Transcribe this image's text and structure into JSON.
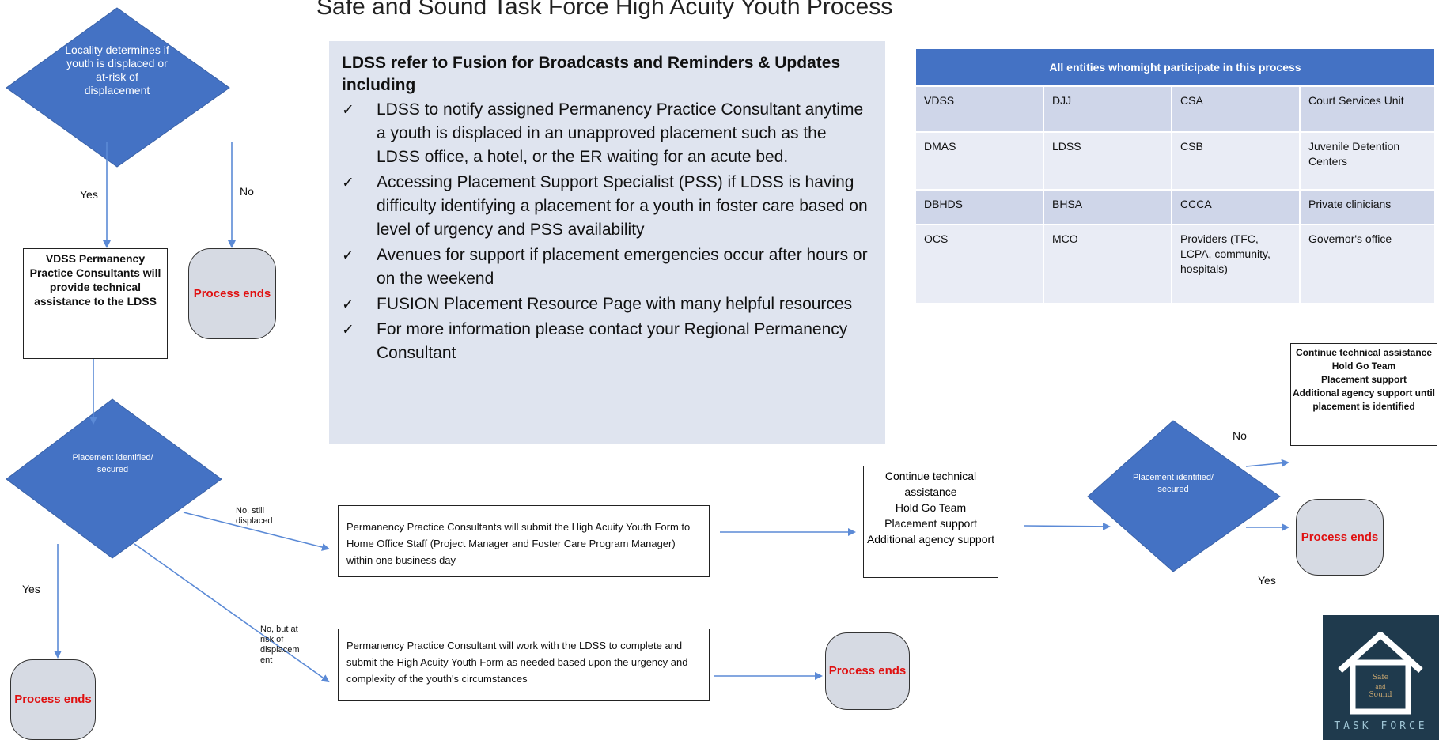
{
  "title": "Safe and Sound Task Force High Acuity Youth Process",
  "colors": {
    "diamond": "#4472c4",
    "arrow": "#5b8ad6",
    "terminal_fill": "#d6dae3",
    "terminal_text": "#e01010",
    "panel": "#dfe4ef"
  },
  "nodes": {
    "d1": "Locality determines if youth is displaced or at-risk of displacement",
    "vdss_box": "VDSS Permanency Practice Consultants will provide technical assistance to the LDSS",
    "end1": "Process ends",
    "d2": "Placement identified/ secured",
    "end2": "Process ends",
    "box_submit": "Permanency Practice Consultants will submit the High Acuity Youth Form to Home Office Staff (Project Manager and Foster Care Program Manager) within one business day",
    "box_work": "Permanency Practice Consultant will work with the LDSS to complete and submit the High Acuity Youth Form as needed based upon the urgency and complexity of the youth's circumstances",
    "end3": "Process ends",
    "box_continue1": "Continue technical assistance\nHold Go Team\nPlacement support\nAdditional agency support",
    "d3": "Placement identified/ secured",
    "box_continue2": "Continue technical assistance\nHold Go Team\nPlacement support\nAdditional agency support until placement is identified",
    "end4": "Process ends"
  },
  "edge_labels": {
    "yes1": "Yes",
    "no1": "No",
    "yes2": "Yes",
    "no_still": "No, still displaced",
    "no_risk": "No, but at risk of displacem ent",
    "no3": "No",
    "yes3": "Yes"
  },
  "panel": {
    "heading": "LDSS refer to Fusion for Broadcasts and Reminders & Updates including",
    "items": [
      "LDSS to notify assigned Permanency Practice Consultant anytime a youth is displaced in an unapproved placement such as the LDSS office, a hotel, or the ER waiting for an acute bed.",
      "Accessing Placement Support Specialist (PSS) if LDSS is having difficulty identifying a placement for a youth in foster care based on level of urgency and PSS availability",
      "Avenues for support if placement emergencies occur after hours or on the weekend",
      "FUSION Placement Resource Page with many helpful resources",
      "For more information please contact your Regional Permanency Consultant"
    ]
  },
  "entities": {
    "header": "All entities whomight participate in this process",
    "rows": [
      [
        "VDSS",
        "DJJ",
        "CSA",
        "Court Services Unit"
      ],
      [
        "DMAS",
        "LDSS",
        "CSB",
        "Juvenile Detention Centers"
      ],
      [
        "DBHDS",
        "BHSA",
        "CCCA",
        "Private clinicians"
      ],
      [
        "OCS",
        "MCO",
        "Providers (TFC, LCPA, community, hospitals)",
        "Governor's office"
      ]
    ]
  },
  "logo": {
    "word1": "Safe",
    "word2": "and",
    "word3": "Sound",
    "band": "TASK FORCE"
  }
}
